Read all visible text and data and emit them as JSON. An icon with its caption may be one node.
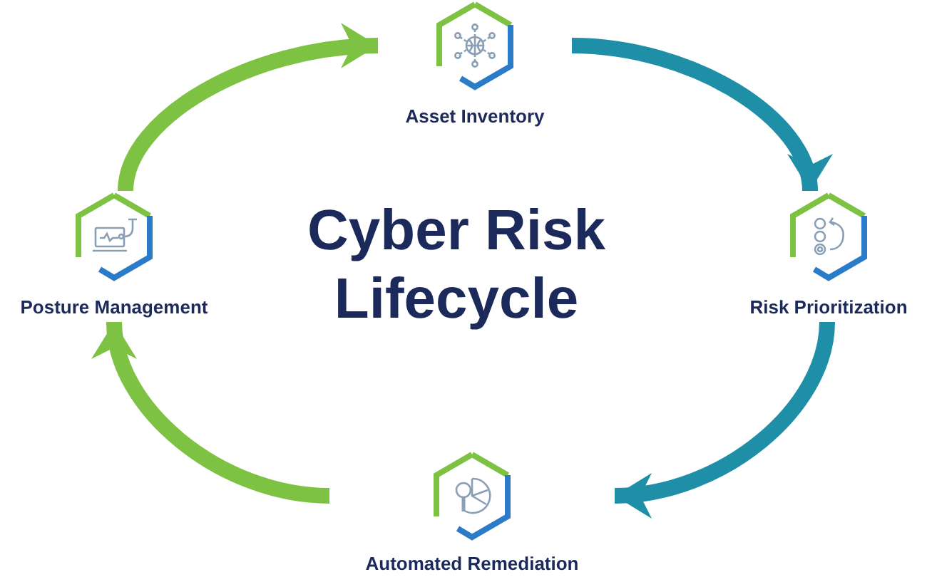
{
  "diagram": {
    "title": "Cyber Risk Lifecycle",
    "nodes": [
      {
        "text": [
          "Asset Inventory"
        ]
      },
      {
        "text": [
          "Risk Prioritization"
        ]
      },
      {
        "text": [
          "Automated Remediation"
        ]
      },
      {
        "text": [
          "Posture Management"
        ]
      }
    ],
    "edges": [
      {
        "from": 3,
        "to": 0,
        "arrow": "to",
        "color": "#7dc242"
      },
      {
        "from": 0,
        "to": 1,
        "arrow": "to",
        "color": "#1f8fa8"
      },
      {
        "from": 1,
        "to": 2,
        "arrow": "to",
        "color": "#1f8fa8"
      },
      {
        "from": 2,
        "to": 3,
        "arrow": "to",
        "color": "#7dc242"
      }
    ]
  }
}
